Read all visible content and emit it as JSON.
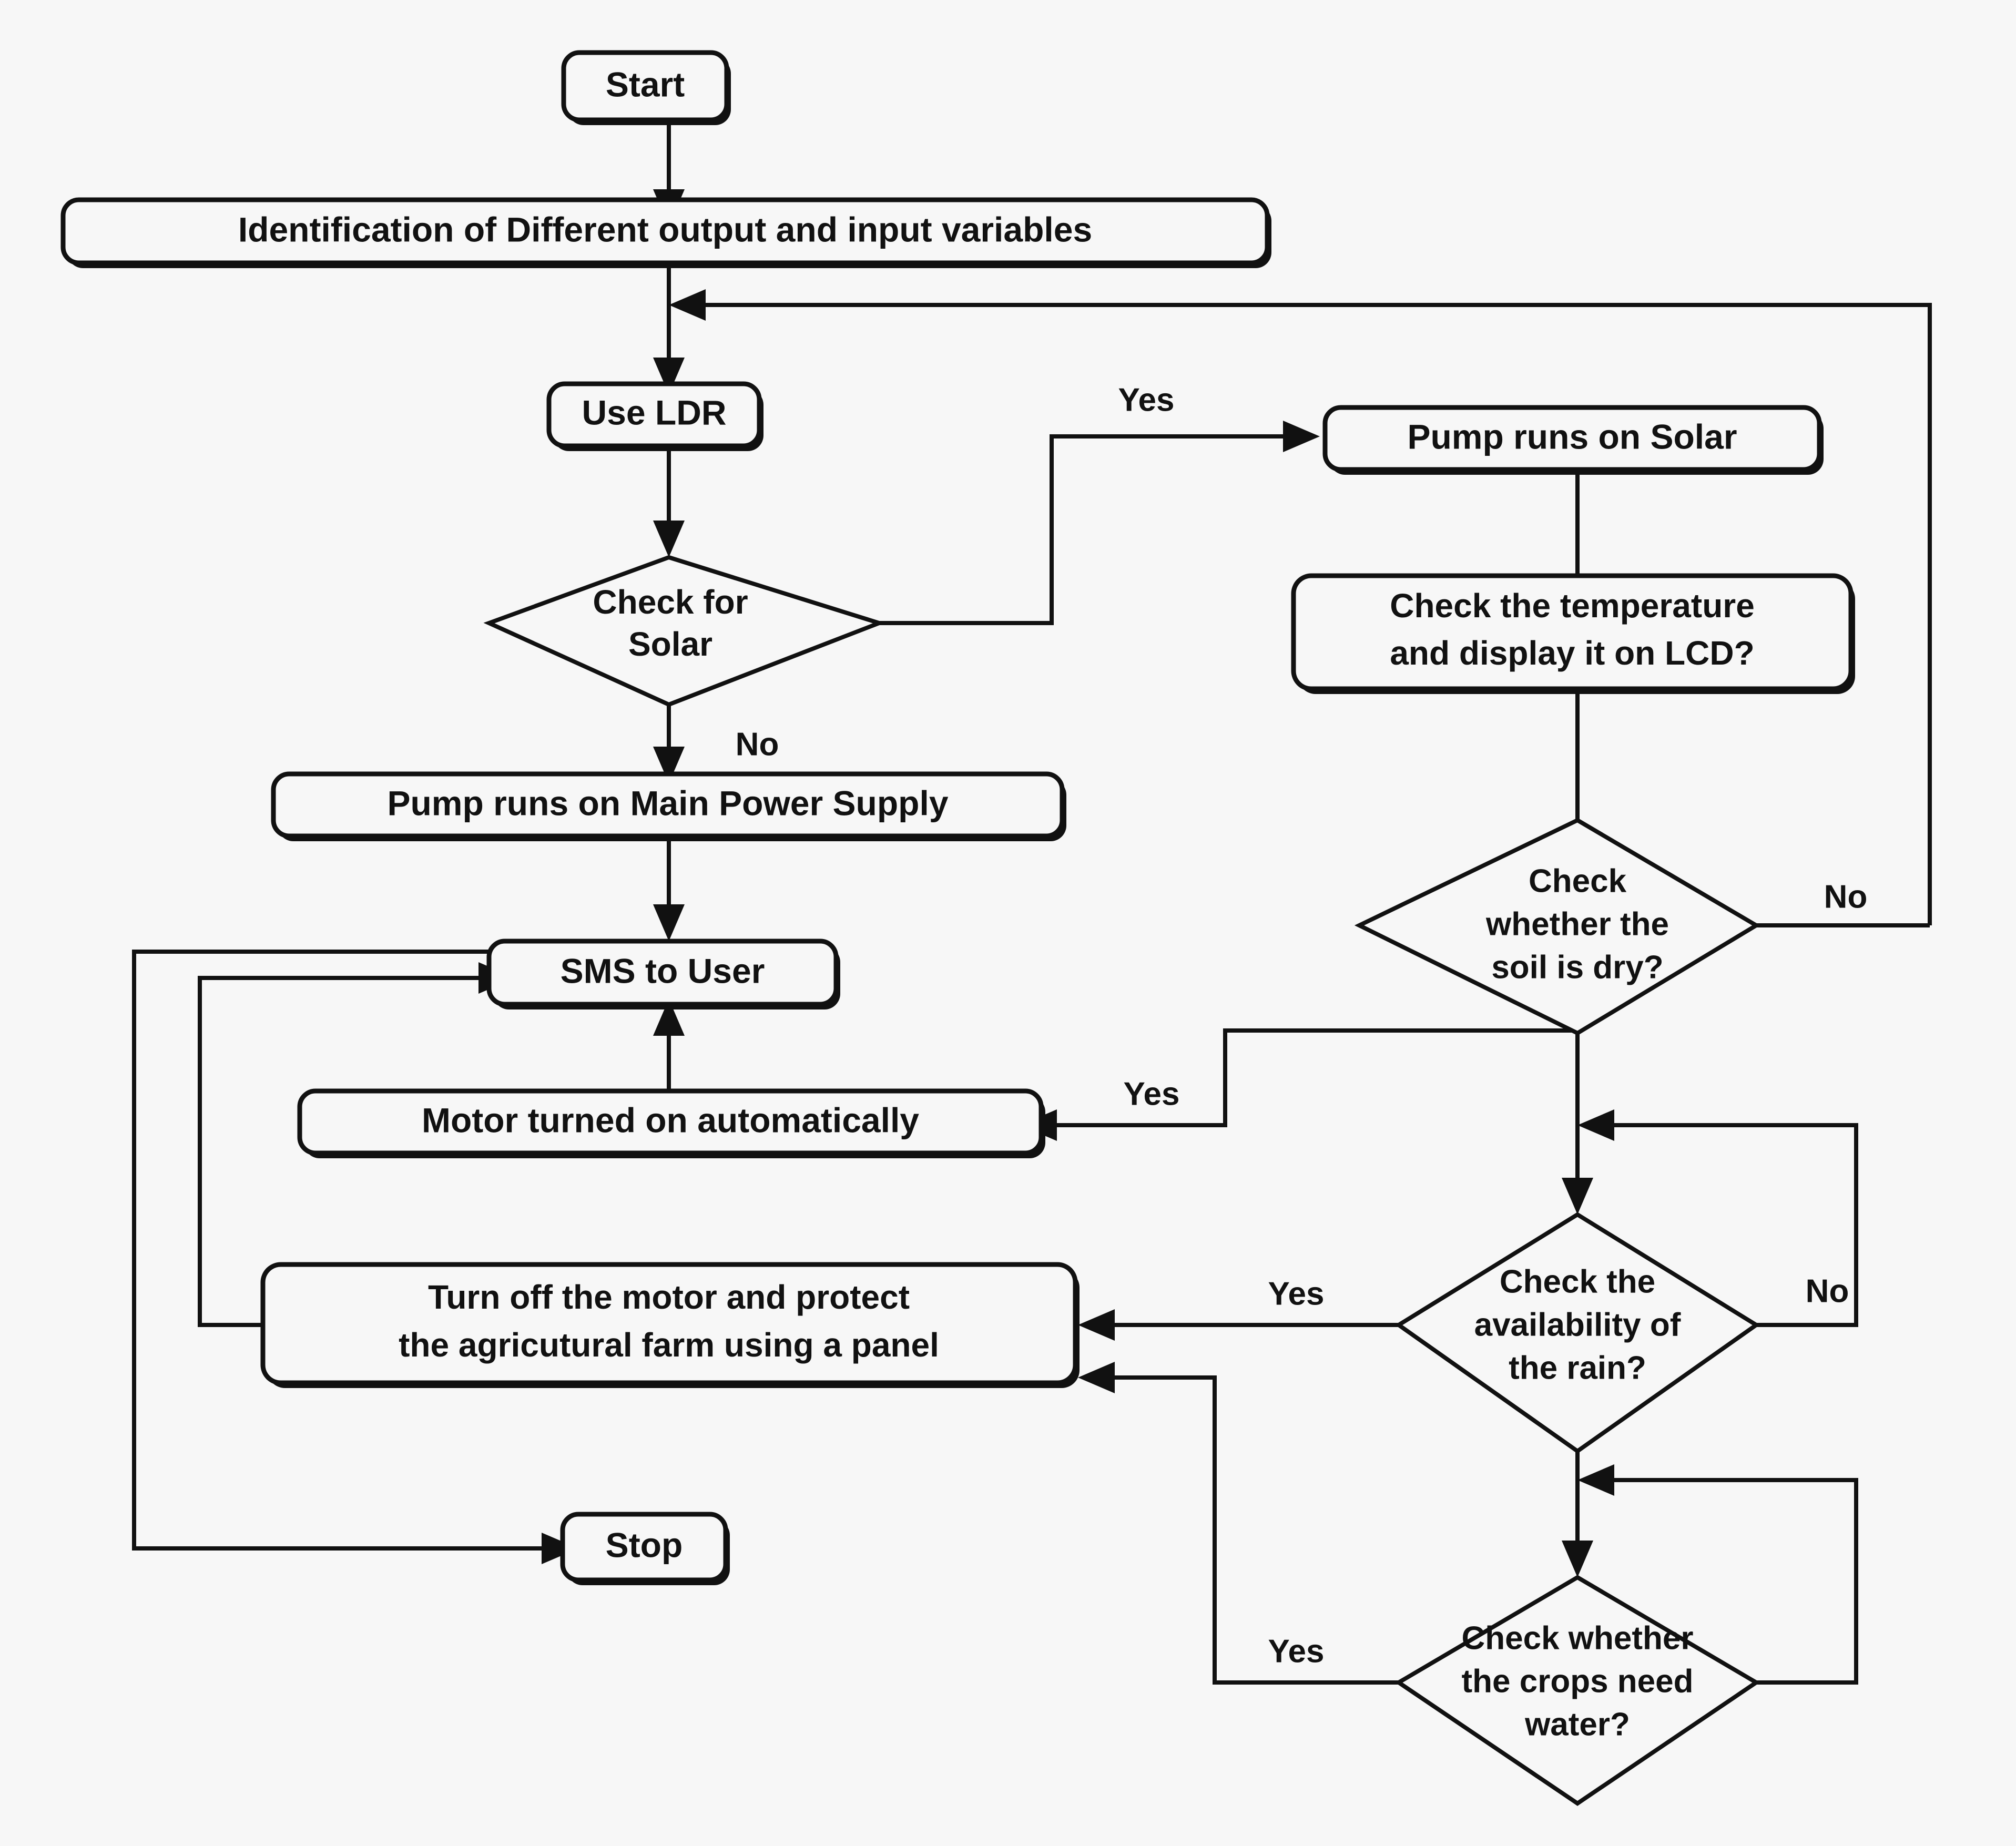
{
  "diagram": {
    "title": "Solar powered smart irrigation system flowchart",
    "background_color": "#f7f7f7",
    "line_color": "#111111",
    "text_color": "#111111",
    "nodes": {
      "start": "Start",
      "identification": "Identification of Different output and input variables",
      "use_ldr": "Use LDR",
      "check_solar": [
        "Check for",
        "Solar"
      ],
      "pump_solar": "Pump runs on Solar",
      "check_temp": [
        "Check the temperature",
        "and display it on LCD?"
      ],
      "check_soil": [
        "Check",
        "whether the",
        "soil is dry?"
      ],
      "pump_main": "Pump runs on Main Power Supply",
      "sms_user": "SMS to User",
      "motor_on": "Motor turned on automatically",
      "check_rain": [
        "Check the",
        "availability of",
        "the rain?"
      ],
      "turn_off": [
        "Turn off the motor and protect",
        "the agricutural farm using a panel"
      ],
      "check_crops": [
        "Check whether",
        "the crops need",
        "water?"
      ],
      "stop": "Stop"
    },
    "edge_labels": {
      "solar_yes": "Yes",
      "solar_no": "No",
      "soil_no": "No",
      "soil_yes": "Yes",
      "rain_yes": "Yes",
      "rain_no": "No",
      "crops_yes": "Yes",
      "crops_no": ""
    }
  }
}
